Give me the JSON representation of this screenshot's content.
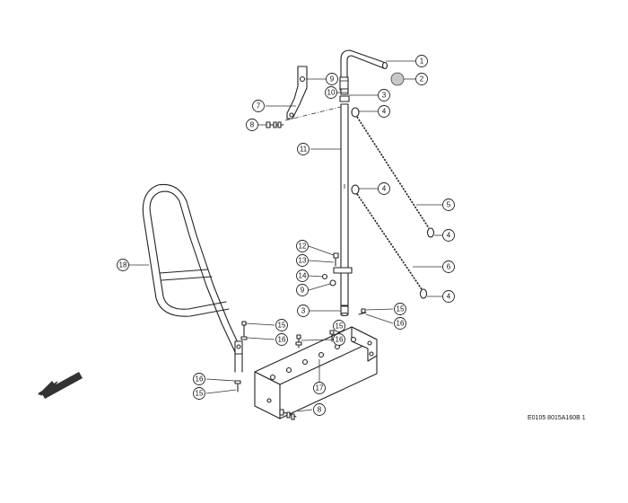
{
  "drawing": {
    "reference_code": "E0105 8015A160B 1",
    "colors": {
      "line": "#222222",
      "ball_fill": "#c8c8c8",
      "background": "#ffffff"
    },
    "callouts": [
      {
        "id": "c1",
        "label": "1"
      },
      {
        "id": "c2",
        "label": "2"
      },
      {
        "id": "c3a",
        "label": "3"
      },
      {
        "id": "c3b",
        "label": "3"
      },
      {
        "id": "c4a",
        "label": "4"
      },
      {
        "id": "c4b",
        "label": "4"
      },
      {
        "id": "c4c",
        "label": "4"
      },
      {
        "id": "c4d",
        "label": "4"
      },
      {
        "id": "c5",
        "label": "5"
      },
      {
        "id": "c6",
        "label": "6"
      },
      {
        "id": "c7",
        "label": "7"
      },
      {
        "id": "c8a",
        "label": "8"
      },
      {
        "id": "c8b",
        "label": "8"
      },
      {
        "id": "c9a",
        "label": "9"
      },
      {
        "id": "c9b",
        "label": "9"
      },
      {
        "id": "c10",
        "label": "10"
      },
      {
        "id": "c11",
        "label": "11"
      },
      {
        "id": "c12",
        "label": "12"
      },
      {
        "id": "c13",
        "label": "13"
      },
      {
        "id": "c14",
        "label": "14"
      },
      {
        "id": "c15a",
        "label": "15"
      },
      {
        "id": "c15b",
        "label": "15"
      },
      {
        "id": "c15c",
        "label": "15"
      },
      {
        "id": "c15d",
        "label": "15"
      },
      {
        "id": "c16a",
        "label": "16"
      },
      {
        "id": "c16b",
        "label": "16"
      },
      {
        "id": "c16c",
        "label": "16"
      },
      {
        "id": "c16d",
        "label": "16"
      },
      {
        "id": "c17",
        "label": "17"
      },
      {
        "id": "c18",
        "label": "18"
      }
    ]
  }
}
